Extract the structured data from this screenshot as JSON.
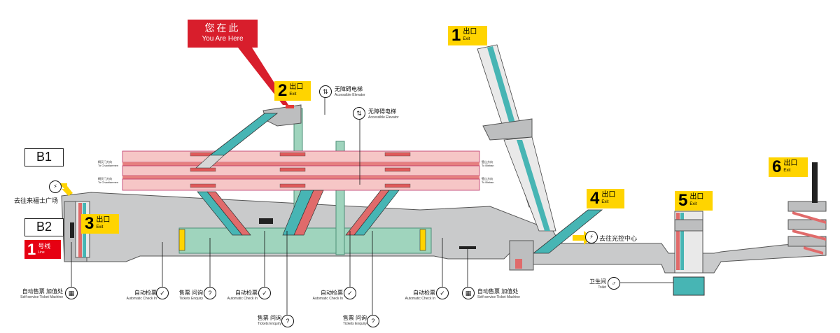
{
  "you_are_here": {
    "zh": "您在此",
    "en": "You Are Here"
  },
  "levels": {
    "b1": "B1",
    "b2": "B2"
  },
  "line_badge": {
    "number": "1",
    "zh": "号线",
    "en": "Line",
    "color": "#e60012"
  },
  "exits": [
    {
      "number": "1",
      "zh": "出口",
      "en": "Exit"
    },
    {
      "number": "2",
      "zh": "出口",
      "en": "Exit"
    },
    {
      "number": "3",
      "zh": "出口",
      "en": "Exit"
    },
    {
      "number": "4",
      "zh": "出口",
      "en": "Exit"
    },
    {
      "number": "5",
      "zh": "出口",
      "en": "Exit"
    },
    {
      "number": "6",
      "zh": "出口",
      "en": "Exit"
    }
  ],
  "destinations": {
    "laifushi": "去往来福士广场",
    "guangkong": "去往光控中心"
  },
  "train_directions": {
    "left_top": {
      "zh": "桐天门方向",
      "en": "To Chaotianmen"
    },
    "left_bottom": {
      "zh": "桐天门方向",
      "en": "To Chaotianmen"
    },
    "right_top": {
      "zh": "壁山方向",
      "en": "To Bishan"
    },
    "right_bottom": {
      "zh": "壁山方向",
      "en": "To Bishan"
    }
  },
  "facilities": {
    "elevator_1": {
      "zh": "无障碍电梯",
      "en": "Accessible Elevator"
    },
    "elevator_2": {
      "zh": "无障碍电梯",
      "en": "Accessible Elevator"
    },
    "ticket_machine_left": {
      "zh": "自动售票 加值处",
      "en": "Self-service Ticket Machine"
    },
    "ticket_machine_right": {
      "zh": "自动售票 加值处",
      "en": "Self-service Ticket Machine"
    },
    "check_in_1": {
      "zh": "自动检票",
      "en": "Automatic Check In"
    },
    "check_in_2": {
      "zh": "自动检票",
      "en": "Automatic Check In"
    },
    "check_in_3": {
      "zh": "自动检票",
      "en": "Automatic Check In"
    },
    "check_in_4": {
      "zh": "自动检票",
      "en": "Automatic Check In"
    },
    "enquiry_1": {
      "zh": "售票 问询",
      "en": "Tickets Enquiry"
    },
    "enquiry_2": {
      "zh": "售票 问询",
      "en": "Tickets Enquiry"
    },
    "enquiry_3": {
      "zh": "售票 问询",
      "en": "Tickets Enquiry"
    },
    "toilet": {
      "zh": "卫生间",
      "en": "Toilet"
    }
  },
  "colors": {
    "exit_yellow": "#ffd400",
    "you_are_here_red": "#d81e2c",
    "platform_pink": "#f6c6c6",
    "concourse_green": "#9fd4bd",
    "structure_grey": "#c9cacb",
    "escalator_teal": "#47b5b4"
  }
}
